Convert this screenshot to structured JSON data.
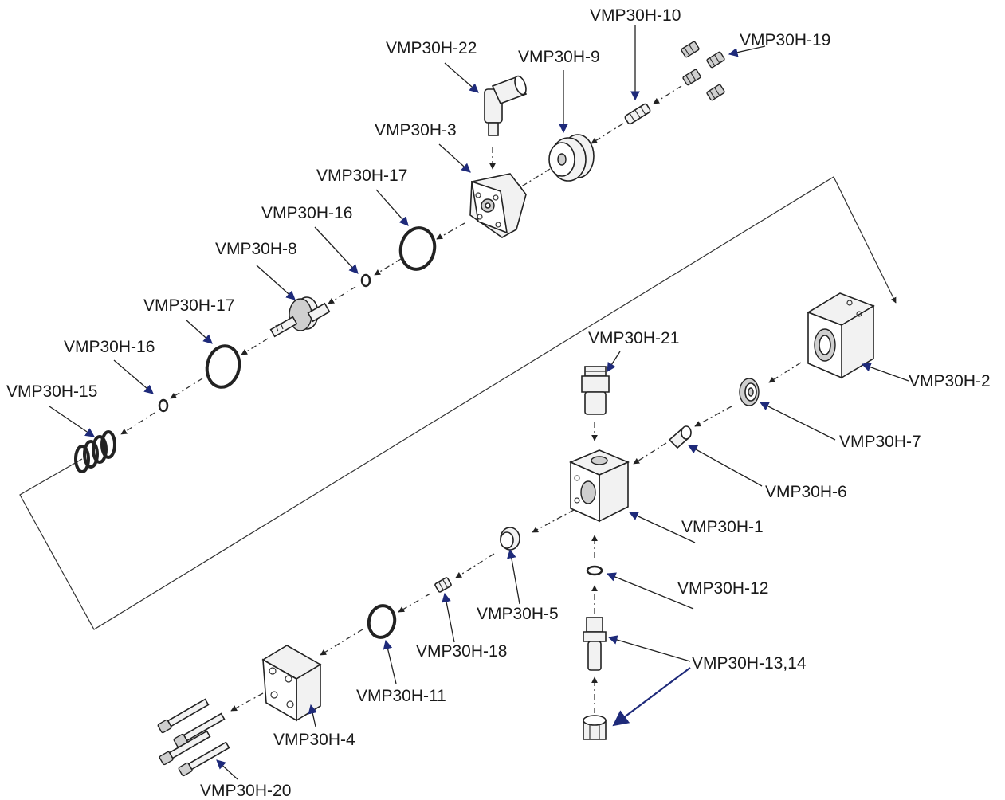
{
  "labels": {
    "p1": "VMP30H-1",
    "p2": "VMP30H-2",
    "p3": "VMP30H-3",
    "p4": "VMP30H-4",
    "p5": "VMP30H-5",
    "p6": "VMP30H-6",
    "p7": "VMP30H-7",
    "p8": "VMP30H-8",
    "p9": "VMP30H-9",
    "p10": "VMP30H-10",
    "p11": "VMP30H-11",
    "p12": "VMP30H-12",
    "p13_14": "VMP30H-13,14",
    "p15": "VMP30H-15",
    "p16_a": "VMP30H-16",
    "p16_b": "VMP30H-16",
    "p17_a": "VMP30H-17",
    "p17_b": "VMP30H-17",
    "p18": "VMP30H-18",
    "p19": "VMP30H-19",
    "p20": "VMP30H-20",
    "p21": "VMP30H-21",
    "p22": "VMP30H-22"
  },
  "colors": {
    "callout_arrow": "#1e2a7a",
    "line": "#222222",
    "background": "#ffffff"
  }
}
